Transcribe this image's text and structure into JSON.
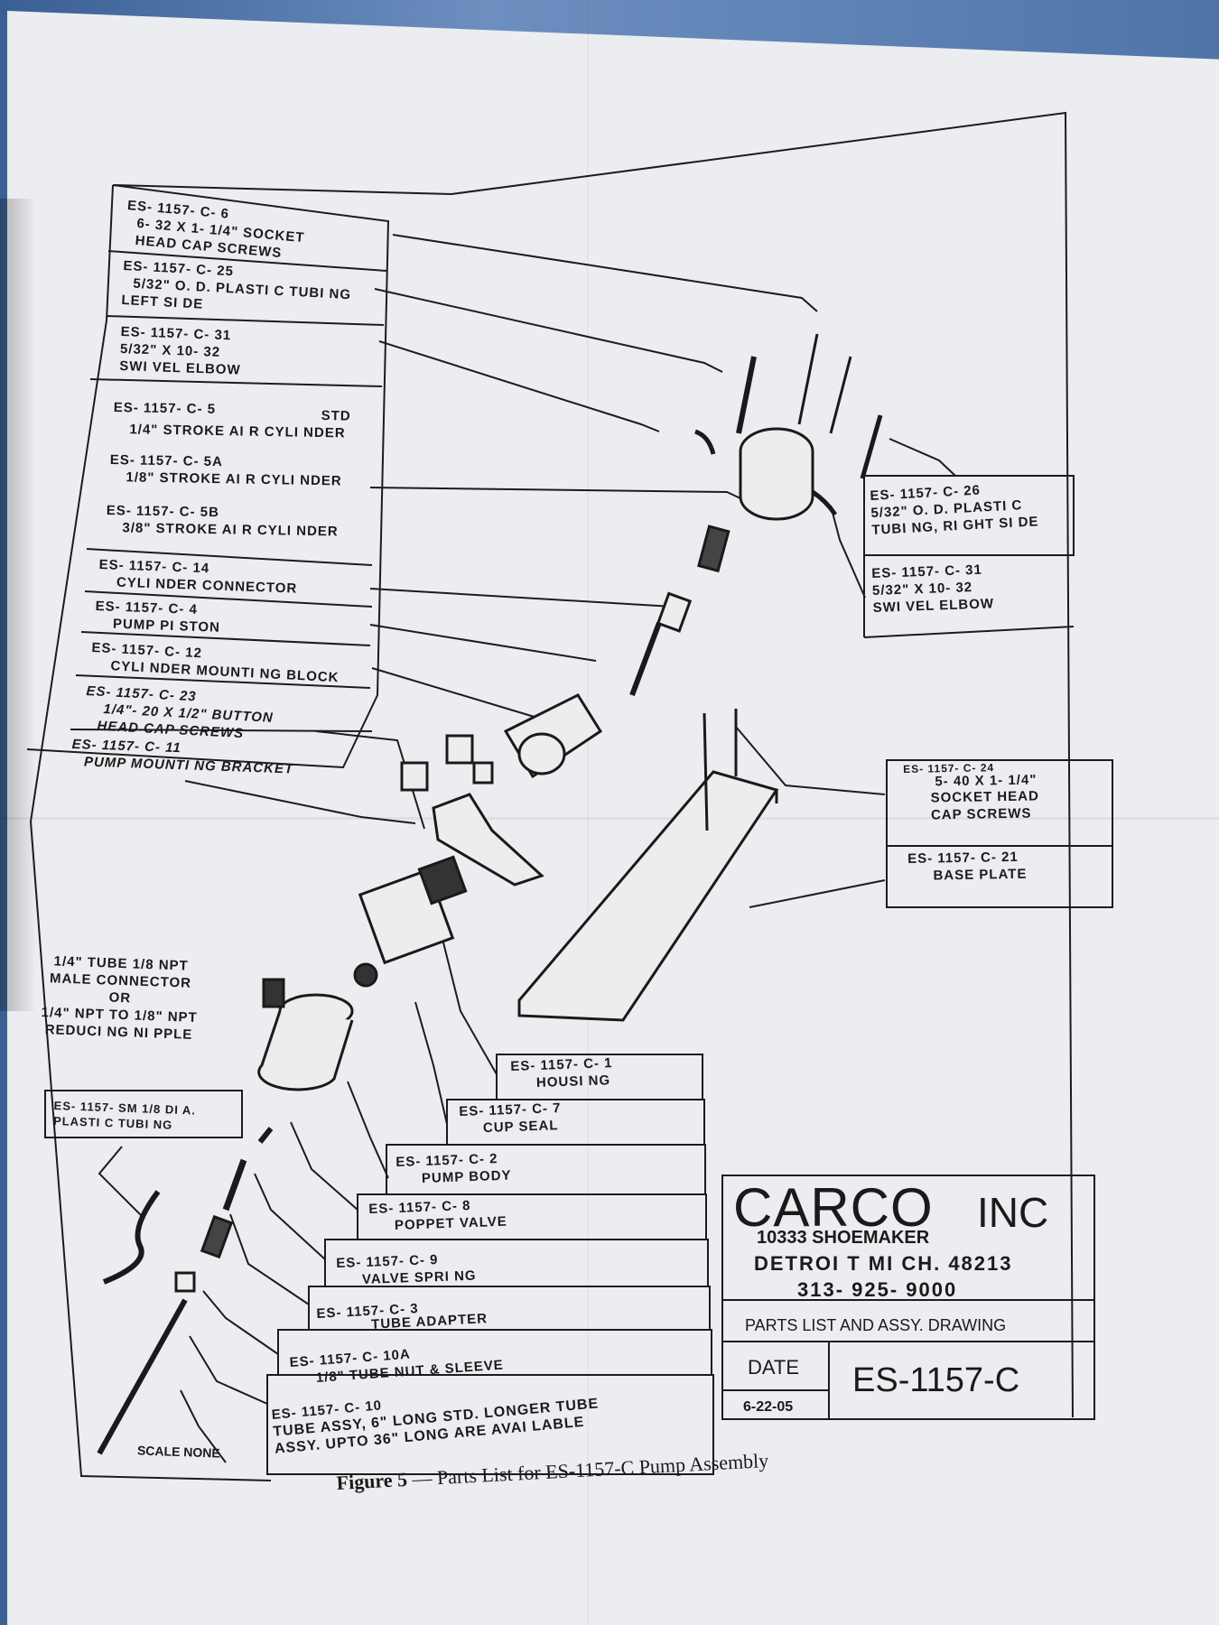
{
  "document": {
    "caption_figure": "Figure 5",
    "caption_rest": " — Parts List for ES-1157-C Pump Assembly",
    "scale": "SCALE  NONE"
  },
  "title_block": {
    "company": "CARCO",
    "company_suffix": "INC",
    "address": "10333 SHOEMAKER",
    "city": "DETROI T  MI CH.   48213",
    "phone": "313- 925- 9000",
    "drawing_title": "PARTS LIST AND ASSY. DRAWING",
    "date_label": "DATE",
    "date_value": "6-22-05",
    "drawing_number": "ES-1157-C"
  },
  "left_parts": [
    {
      "code": "ES- 1157- C- 6",
      "lines": [
        "6- 32  X  1- 1/4\"  SOCKET",
        "HEAD CAP SCREWS"
      ]
    },
    {
      "code": "ES- 1157- C- 25",
      "lines": [
        "5/32\" O. D.  PLASTI C  TUBI NG",
        "LEFT SI DE"
      ]
    },
    {
      "code": "ES- 1157- C- 31",
      "lines": [
        "5/32\"  X  10- 32",
        "SWI VEL  ELBOW"
      ]
    },
    {
      "code": "ES- 1157- C- 5",
      "lines": [
        "STD",
        "1/4\" STROKE  AI R  CYLI NDER"
      ]
    },
    {
      "code": "ES- 1157- C- 5A",
      "lines": [
        "1/8\" STROKE  AI R  CYLI NDER"
      ]
    },
    {
      "code": "ES- 1157- C- 5B",
      "lines": [
        "3/8\" STROKE  AI R  CYLI NDER"
      ]
    },
    {
      "code": "ES- 1157- C- 14",
      "lines": [
        "CYLI NDER  CONNECTOR"
      ]
    },
    {
      "code": "ES- 1157- C- 4",
      "lines": [
        "PUMP  PI STON"
      ]
    },
    {
      "code": "ES- 1157- C- 12",
      "lines": [
        "CYLI NDER  MOUNTI NG  BLOCK"
      ]
    },
    {
      "code": "ES- 1157- C- 23",
      "lines": [
        "1/4\"- 20  X  1/2\"  BUTTON",
        "HEAD CAP SCREWS"
      ]
    },
    {
      "code": "ES- 1157- C- 11",
      "lines": [
        "PUMP  MOUNTI NG  BRACKET"
      ]
    }
  ],
  "right_parts": [
    {
      "code": "ES- 1157- C- 26",
      "lines": [
        "5/32\" O. D.  PLASTI C",
        "TUBI NG, RI GHT  SI DE"
      ]
    },
    {
      "code": "ES- 1157- C- 31",
      "lines": [
        "5/32\"  X  10- 32",
        "SWI VEL  ELBOW"
      ]
    },
    {
      "code": "ES- 1157- C- 24",
      "lines": [
        "5- 40  X  1- 1/4\"",
        "SOCKET  HEAD",
        "CAP  SCREWS"
      ]
    },
    {
      "code": "ES- 1157- C- 21",
      "lines": [
        "BASE  PLATE"
      ]
    }
  ],
  "side_notes": {
    "connector": [
      "1/4\" TUBE  1/8  NPT",
      "MALE  CONNECTOR",
      "OR",
      "1/4\" NPT  TO  1/8\" NPT",
      "REDUCI NG  NI PPLE"
    ],
    "tubing": [
      "ES- 1157- SM  1/8  DI A.",
      "PLASTI C  TUBI NG"
    ]
  },
  "bottom_parts": [
    {
      "code": "ES- 1157- C- 1",
      "lines": [
        "HOUSI NG"
      ]
    },
    {
      "code": "ES- 1157- C- 7",
      "lines": [
        "CUP  SEAL"
      ]
    },
    {
      "code": "ES- 1157- C- 2",
      "lines": [
        "PUMP  BODY"
      ]
    },
    {
      "code": "ES- 1157- C- 8",
      "lines": [
        "POPPET  VALVE"
      ]
    },
    {
      "code": "ES- 1157- C- 9",
      "lines": [
        "VALVE  SPRI NG"
      ]
    },
    {
      "code": "ES- 1157- C- 3",
      "lines": [
        "TUBE  ADAPTER"
      ]
    },
    {
      "code": "ES- 1157- C- 10A",
      "lines": [
        "1/8\" TUBE  NUT  &  SLEEVE"
      ]
    },
    {
      "code": "ES- 1157- C- 10",
      "lines": [
        "TUBE  ASSY,  6\" LONG  STD.  LONGER  TUBE",
        "ASSY.  UPTO  36\" LONG  ARE  AVAI LABLE"
      ]
    }
  ]
}
